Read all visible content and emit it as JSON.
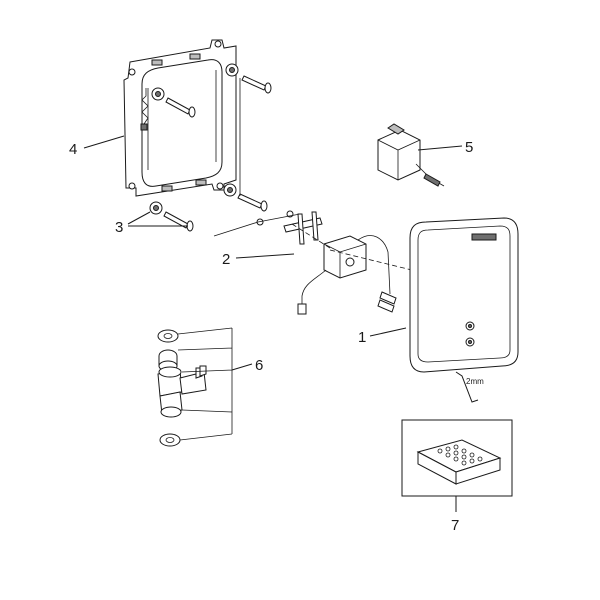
{
  "diagram": {
    "callouts": [
      {
        "id": "1",
        "label": "1"
      },
      {
        "id": "2",
        "label": "2"
      },
      {
        "id": "3",
        "label": "3"
      },
      {
        "id": "4",
        "label": "4"
      },
      {
        "id": "5",
        "label": "5"
      },
      {
        "id": "6",
        "label": "6"
      },
      {
        "id": "7",
        "label": "7"
      }
    ],
    "key_label": "2mm"
  }
}
